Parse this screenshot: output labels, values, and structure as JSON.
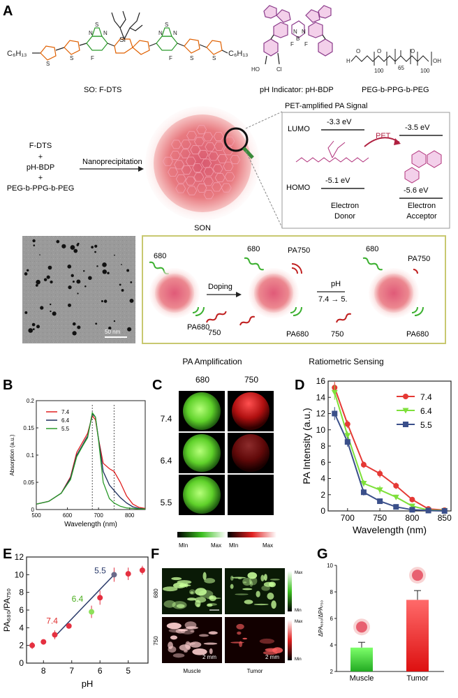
{
  "panel_labels": {
    "a": "A",
    "b": "B",
    "c": "C",
    "d": "D",
    "e": "E",
    "f": "F",
    "g": "G"
  },
  "panelA": {
    "struct_labels": [
      "SO: F-DTS",
      "pH Indicator: pH-BDP",
      "PEG-b-PPG-b-PEG"
    ],
    "chem": {
      "c6h13_left": "C₆H₁₃",
      "c6h13_right": "C₆H₁₃",
      "si": "Si",
      "s": "S",
      "n": "N",
      "f": "F",
      "b": "B",
      "ho": "HO",
      "cl": "Cl",
      "h": "H",
      "oh": "OH",
      "o": "O",
      "n100a": "100",
      "n65": "65",
      "n100b": "100"
    },
    "reagents": [
      "F-DTS",
      "+",
      "pH-BDP",
      "+",
      "PEG-b-PPG-b-PEG"
    ],
    "nanoprecip": "Nanoprecipitation",
    "son": "SON",
    "pet": {
      "title": "PET-amplified PA Signal",
      "lumo": "LUMO",
      "homo": "HOMO",
      "donor_lumo": "-3.3 eV",
      "donor_homo": "-5.1 eV",
      "acc_lumo": "-3.5 eV",
      "acc_homo": "-5.6 eV",
      "pet_label": "PET",
      "donor_l1": "Electron",
      "donor_l2": "Donor",
      "acc_l1": "Electron",
      "acc_l2": "Acceptor"
    },
    "scale_bar": "50 nm",
    "scheme": {
      "w1": "680",
      "pa680_1": "PA680",
      "doping": "Doping",
      "w750_1": "750",
      "w2": "680",
      "pa750_2": "PA750",
      "pa680_2": "PA680",
      "w750_2": "750",
      "ph": "pH",
      "ph_range": "7.4 → 5.",
      "w3": "680",
      "pa750_3": "PA750",
      "pa680_3": "PA680"
    },
    "caption_left": "PA Amplification",
    "caption_right": "Ratiometric Sensing"
  },
  "chartB": {
    "type": "line",
    "xlabel": "Wavelength (nm)",
    "ylabel": "Absorption (a.u.)",
    "xlim": [
      500,
      850
    ],
    "ylim": [
      0,
      0.2
    ],
    "xticks": [
      500,
      600,
      700,
      800
    ],
    "yticks": [
      0,
      0.05,
      0.1,
      0.15,
      0.2
    ],
    "series": [
      {
        "name": "7.4",
        "color": "#e02020",
        "x": [
          500,
          540,
          580,
          610,
          630,
          650,
          665,
          680,
          690,
          700,
          715,
          735,
          750,
          770,
          790,
          810,
          830,
          850
        ],
        "y": [
          0.01,
          0.015,
          0.03,
          0.06,
          0.105,
          0.125,
          0.14,
          0.172,
          0.165,
          0.13,
          0.085,
          0.075,
          0.07,
          0.05,
          0.025,
          0.01,
          0.004,
          0.002
        ]
      },
      {
        "name": "6.4",
        "color": "#1c2e5c",
        "x": [
          500,
          540,
          580,
          610,
          630,
          650,
          665,
          680,
          690,
          700,
          715,
          735,
          750,
          770,
          790,
          810,
          830,
          850
        ],
        "y": [
          0.01,
          0.015,
          0.03,
          0.058,
          0.1,
          0.12,
          0.135,
          0.175,
          0.17,
          0.13,
          0.07,
          0.045,
          0.035,
          0.022,
          0.012,
          0.005,
          0.002,
          0.001
        ]
      },
      {
        "name": "5.5",
        "color": "#2a9a2a",
        "x": [
          500,
          540,
          580,
          610,
          630,
          650,
          665,
          680,
          690,
          700,
          715,
          735,
          750,
          770,
          790,
          810,
          830,
          850
        ],
        "y": [
          0.01,
          0.015,
          0.03,
          0.055,
          0.097,
          0.118,
          0.132,
          0.178,
          0.17,
          0.128,
          0.05,
          0.02,
          0.012,
          0.006,
          0.003,
          0.002,
          0.001,
          0.001
        ]
      }
    ],
    "vlines": [
      680,
      750
    ]
  },
  "panelC": {
    "col_labels": [
      "680",
      "750"
    ],
    "row_labels": [
      "7.4",
      "6.4",
      "5.5"
    ],
    "red_intensity": [
      1,
      0.55,
      0
    ],
    "cbar": {
      "min": "MIn",
      "max": "Max"
    }
  },
  "chartD": {
    "type": "line",
    "xlabel": "Wavelength (nm)",
    "ylabel": "PA Intensity (a.u.)",
    "xlim": [
      670,
      860
    ],
    "ylim": [
      0,
      16
    ],
    "xticks": [
      700,
      750,
      800,
      850
    ],
    "yticks": [
      0,
      2,
      4,
      6,
      8,
      10,
      12,
      14,
      16
    ],
    "x": [
      680,
      700,
      725,
      750,
      775,
      800,
      825,
      850
    ],
    "series": [
      {
        "name": "7.4",
        "color": "#e53935",
        "marker": "circle",
        "values": [
          15.2,
          10.7,
          5.7,
          4.6,
          3.1,
          1.4,
          0.25,
          0.1
        ],
        "err": [
          0.7,
          0.5,
          0.4,
          0.5,
          0.4,
          0.2,
          0.1,
          0.1
        ]
      },
      {
        "name": "6.4",
        "color": "#7ee03a",
        "marker": "triangle",
        "values": [
          14.6,
          9.3,
          3.4,
          2.6,
          1.7,
          0.6,
          0.1,
          0.05
        ],
        "err": [
          0.9,
          0.5,
          0.4,
          0.5,
          0.3,
          0.2,
          0.1,
          0.05
        ]
      },
      {
        "name": "5.5",
        "color": "#3a4f8a",
        "marker": "square",
        "values": [
          12.0,
          8.5,
          2.3,
          1.2,
          0.5,
          0.15,
          0.05,
          0.0
        ],
        "err": [
          0.8,
          0.6,
          0.4,
          0.3,
          0.2,
          0.1,
          0.05,
          0.05
        ]
      }
    ]
  },
  "chartE": {
    "type": "scatter",
    "xlabel": "pH",
    "ylabel": "PA₆₈₀/PA₇₅₀",
    "xlim": [
      8.6,
      4.3
    ],
    "ylim": [
      0,
      12
    ],
    "xticks": [
      8,
      7,
      6,
      5
    ],
    "yticks": [
      0,
      2,
      4,
      6,
      8,
      10,
      12
    ],
    "x": [
      8.4,
      8.0,
      7.6,
      7.1,
      6.3,
      6.0,
      5.5,
      5.0,
      4.5
    ],
    "values": [
      2.0,
      2.4,
      3.2,
      4.2,
      5.8,
      7.4,
      10.0,
      10.1,
      10.5
    ],
    "err": [
      0.4,
      0.2,
      0.5,
      0.3,
      0.7,
      0.8,
      0.8,
      0.7,
      0.5
    ],
    "fit": {
      "x": [
        7.6,
        5.5
      ],
      "y": [
        3.0,
        10.0
      ]
    },
    "annotations": [
      {
        "text": "7.4",
        "x": 7.4,
        "y": 4.3,
        "color": "#e03030"
      },
      {
        "text": "6.4",
        "x": 6.4,
        "y": 6.3,
        "color": "#4caf20"
      },
      {
        "text": "5.5",
        "x": 5.5,
        "y": 10.0,
        "color": "#2a3a6a"
      }
    ]
  },
  "panelF": {
    "col_labels": [
      "Muscle",
      "Tumor"
    ],
    "row_labels": [
      "680",
      "750"
    ],
    "scale": "2 mm",
    "cbar": {
      "max": "Max",
      "min": "Min"
    }
  },
  "chartG": {
    "type": "bar",
    "categories": [
      "Muscle",
      "Tumor"
    ],
    "values": [
      3.8,
      7.4
    ],
    "err": [
      0.4,
      0.7
    ],
    "ylabel": "ΔPA₆₈₀/ΔPA₇₅₀",
    "ylim": [
      2,
      10
    ],
    "yticks": [
      2,
      4,
      6,
      8,
      10
    ],
    "colors": [
      "#33cc33",
      "#ff2222"
    ]
  }
}
